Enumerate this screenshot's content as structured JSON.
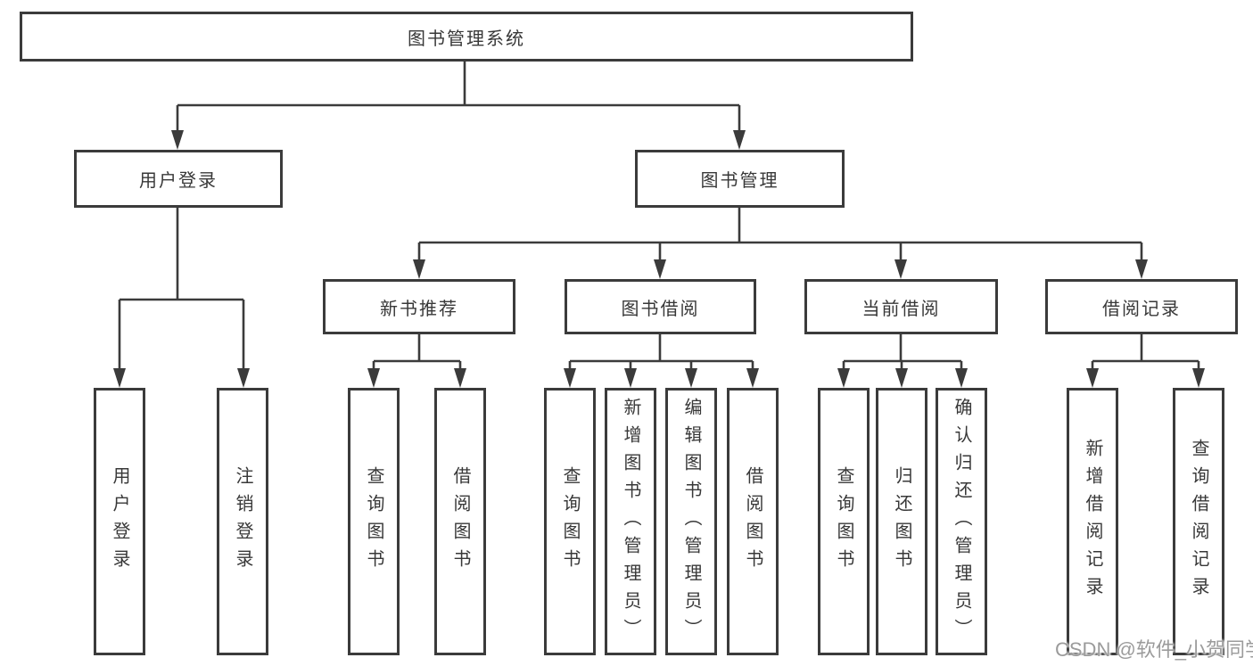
{
  "diagram": {
    "title": "图书管理系统",
    "level2": {
      "user_login": {
        "label": "用户登录",
        "children": [
          "用户登录",
          "注销登录"
        ]
      },
      "book_mgmt": {
        "label": "图书管理"
      }
    },
    "level3": {
      "new_book": {
        "label": "新书推荐",
        "children": [
          "查询图书",
          "借阅图书"
        ]
      },
      "borrowing": {
        "label": "图书借阅",
        "children": [
          "查询图书",
          "新增图书（管理员）",
          "编辑图书（管理员）",
          "借阅图书"
        ]
      },
      "current": {
        "label": "当前借阅",
        "children": [
          "查询图书",
          "归还图书",
          "确认归还（管理员）"
        ]
      },
      "records": {
        "label": "借阅记录",
        "children": [
          "新增借阅记录",
          "查询借阅记录"
        ]
      }
    }
  },
  "watermark": "CSDN @软件_小贺同学",
  "colors": {
    "line": "#3b3b3b",
    "text": "#383838",
    "watermark": "#9b9b9b",
    "background": "#ffffff"
  }
}
